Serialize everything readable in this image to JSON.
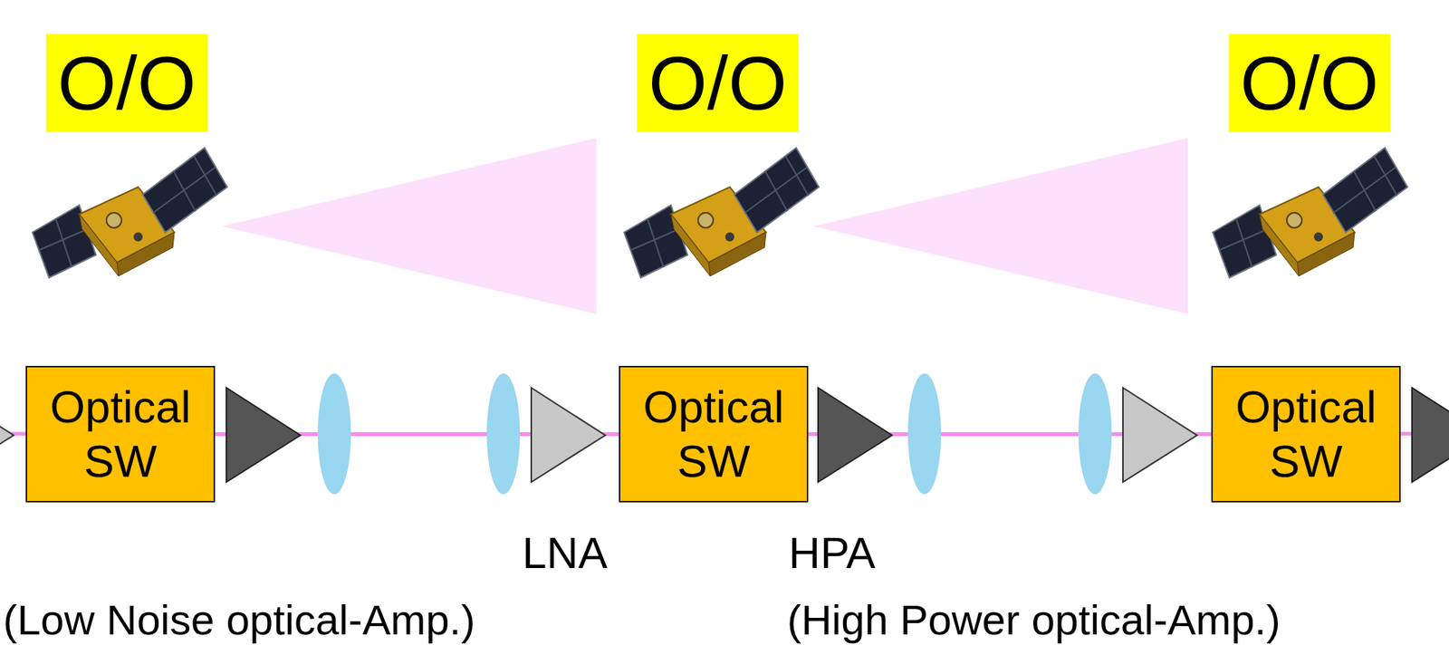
{
  "diagram": {
    "nodes": [
      {
        "text": [
          "O/O"
        ]
      },
      {
        "text": [
          "O/O"
        ]
      },
      {
        "text": [
          "O/O"
        ]
      },
      {
        "text": [
          "Optical SW"
        ]
      },
      {
        "text": [
          "Optical SW"
        ]
      },
      {
        "text": [
          "Optical SW"
        ]
      }
    ],
    "edges": [
      {
        "from": 3,
        "to": 4,
        "arrow": "none"
      },
      {
        "from": 4,
        "to": 5,
        "arrow": "none"
      }
    ],
    "labels": [
      "LNA",
      "HPA",
      "(Low Noise optical-Amp.)",
      "(High Power optical-Amp.)"
    ]
  }
}
